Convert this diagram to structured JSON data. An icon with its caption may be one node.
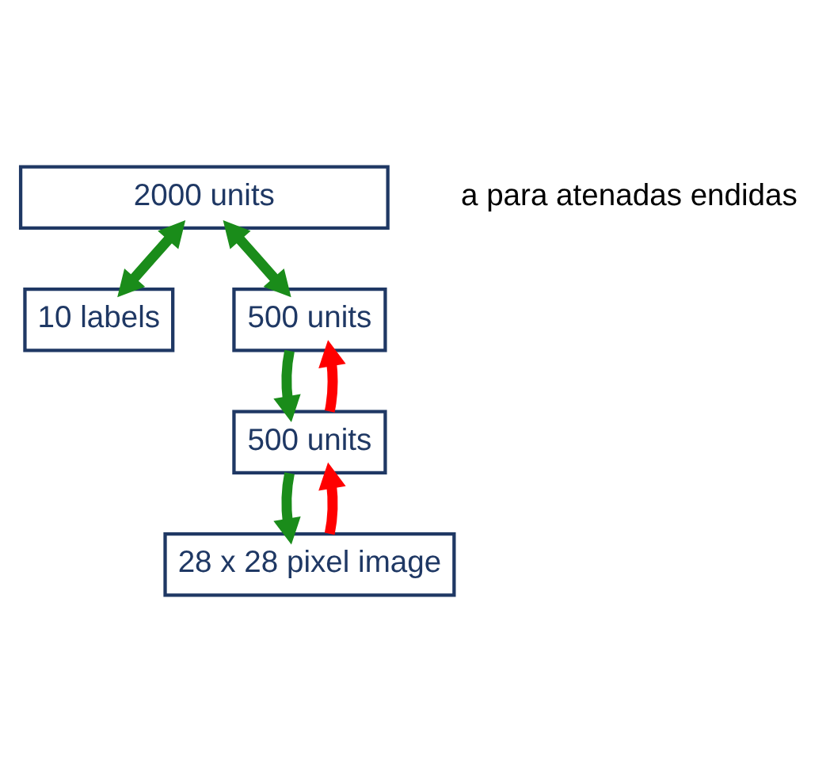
{
  "diagram": {
    "nodes": [
      {
        "text": [
          "2000 units"
        ]
      },
      {
        "text": [
          "10 labels"
        ]
      },
      {
        "text": [
          "500 units"
        ]
      },
      {
        "text": [
          "500 units"
        ]
      },
      {
        "text": [
          "28 x 28 pixel image"
        ]
      }
    ],
    "edges": [
      {
        "from": 0,
        "to": 1,
        "arrow": "both"
      },
      {
        "from": 0,
        "to": 2,
        "arrow": "both"
      },
      {
        "from": 3,
        "to": 2,
        "arrow": "to",
        "color": "#ff0000"
      },
      {
        "from": 2,
        "to": 3,
        "arrow": "to"
      },
      {
        "from": 4,
        "to": 3,
        "arrow": "to",
        "color": "#ff0000"
      },
      {
        "from": 3,
        "to": 4,
        "arrow": "to"
      }
    ],
    "labels": [
      "a para atenadas endidas"
    ]
  }
}
